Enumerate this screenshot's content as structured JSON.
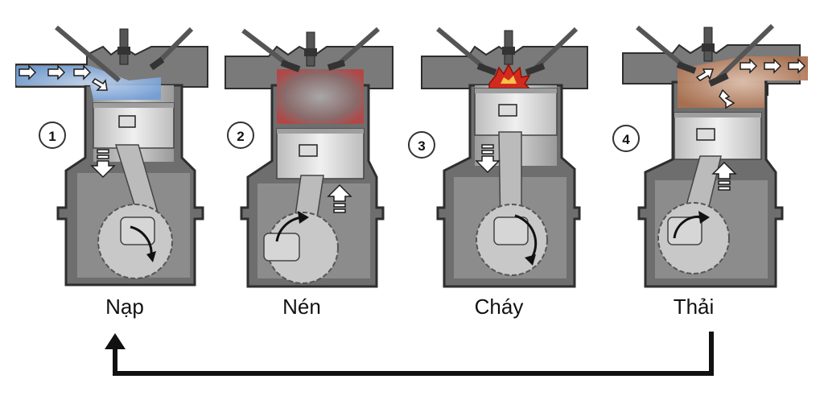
{
  "strokes": [
    {
      "number": "1",
      "label": "Nạp"
    },
    {
      "number": "2",
      "label": "Nén"
    },
    {
      "number": "3",
      "label": "Cháy"
    },
    {
      "number": "4",
      "label": "Thải"
    }
  ],
  "colors": {
    "block": "#6e6e6e",
    "block_outline": "#2e2e2e",
    "cylinder": "#bdbdbd",
    "piston": "#d9d9d9",
    "intake_gas": "#6f9cd6",
    "compressed_gas": "#b04848",
    "combustion": "#d42a1e",
    "exhaust_gas": "#b07a5c",
    "cycle_arrow": "#111111"
  }
}
